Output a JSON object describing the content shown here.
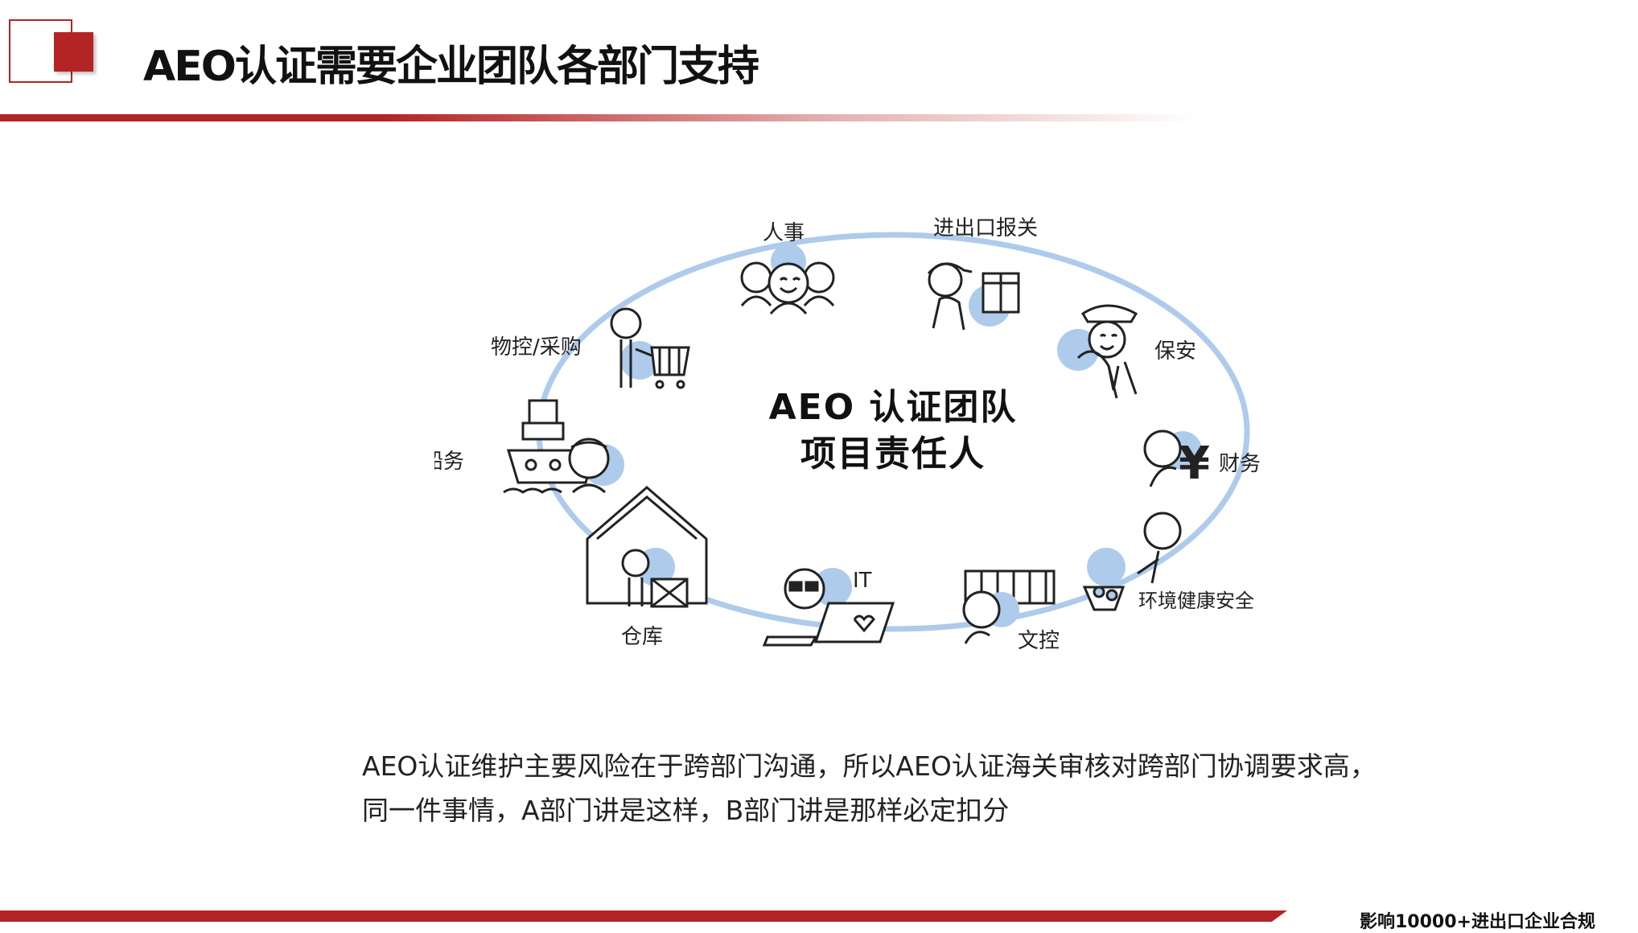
{
  "header": {
    "title": "AEO认证需要企业团队各部门支持"
  },
  "diagram": {
    "center_line1": "AEO 认证团队",
    "center_line2": "项目责任人",
    "departments": [
      {
        "label": "人事",
        "icon": "people-icon"
      },
      {
        "label": "进出口报关",
        "icon": "customs-courier-icon"
      },
      {
        "label": "保安",
        "icon": "security-guard-icon"
      },
      {
        "label": "财务",
        "icon": "finance-yen-icon"
      },
      {
        "label": "环境健康安全",
        "icon": "recycling-icon"
      },
      {
        "label": "文控",
        "icon": "document-control-icon"
      },
      {
        "label": "IT",
        "icon": "laptop-icon"
      },
      {
        "label": "仓库",
        "icon": "warehouse-icon"
      },
      {
        "label": "船务",
        "icon": "ship-icon"
      },
      {
        "label": "物控/采购",
        "icon": "shopping-cart-icon"
      }
    ],
    "ring_color": "#aecbec",
    "accent_blue": "#aecbec"
  },
  "body": {
    "line1": "AEO认证维护主要风险在于跨部门沟通，所以AEO认证海关审核对跨部门协调要求高，",
    "line2": "同一件事情，A部门讲是这样，B部门讲是那样必定扣分"
  },
  "footer": {
    "text": "影响10000+进出口企业合规"
  },
  "colors": {
    "brand_red": "#b52424"
  }
}
